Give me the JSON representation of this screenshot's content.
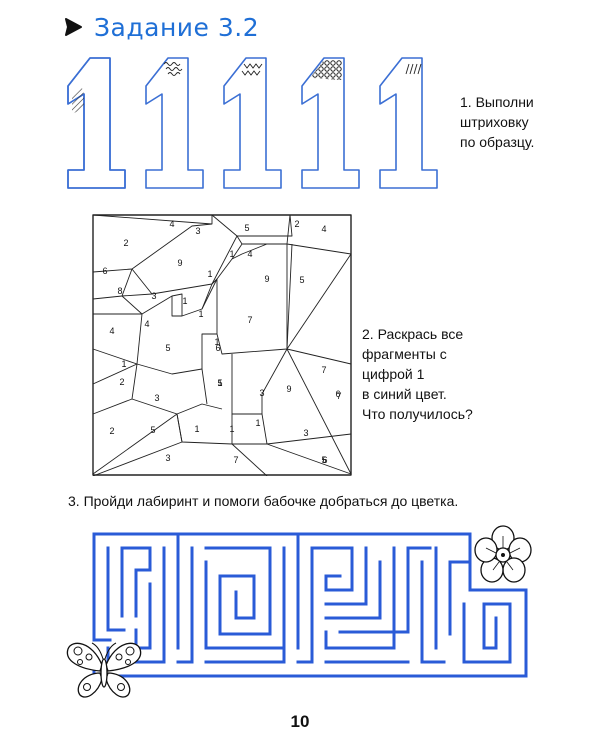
{
  "header": {
    "title": "Задание 3.2",
    "arrow_icon": "arrow-right-icon"
  },
  "tasks": {
    "task1": {
      "lines": [
        "1. Выполни",
        "штриховку",
        "по образцу."
      ]
    },
    "task2": {
      "lines": [
        "2. Раскрась все",
        "фрагменты с цифрой 1",
        "в синий цвет.",
        "Что получилось?"
      ]
    },
    "task3": {
      "text": "3. Пройди лабиринт и помоги бабочке добраться до цветка."
    }
  },
  "digits": {
    "glyph": "1",
    "count": 5,
    "outline_color": "#3b6fd4",
    "hatch_samples": [
      "diagonal-lines",
      "loops",
      "zigzag",
      "circles",
      "slanted-strokes"
    ]
  },
  "mosaic": {
    "numbers": [
      "4",
      "3",
      "5",
      "2",
      "4",
      "2",
      "9",
      "1",
      "4",
      "6",
      "1",
      "9",
      "5",
      "8",
      "3",
      "1",
      "1",
      "4",
      "4",
      "7",
      "1",
      "5",
      "6",
      "1",
      "2",
      "5",
      "3",
      "7",
      "7",
      "1",
      "3",
      "9",
      "3",
      "6",
      "2",
      "5",
      "1",
      "1",
      "1",
      "3",
      "7",
      "6",
      "5"
    ]
  },
  "maze": {
    "line_color": "#2a5bd7"
  },
  "icons": {
    "flower": "flower-icon",
    "butterfly": "butterfly-icon"
  },
  "page": {
    "number": "10"
  }
}
